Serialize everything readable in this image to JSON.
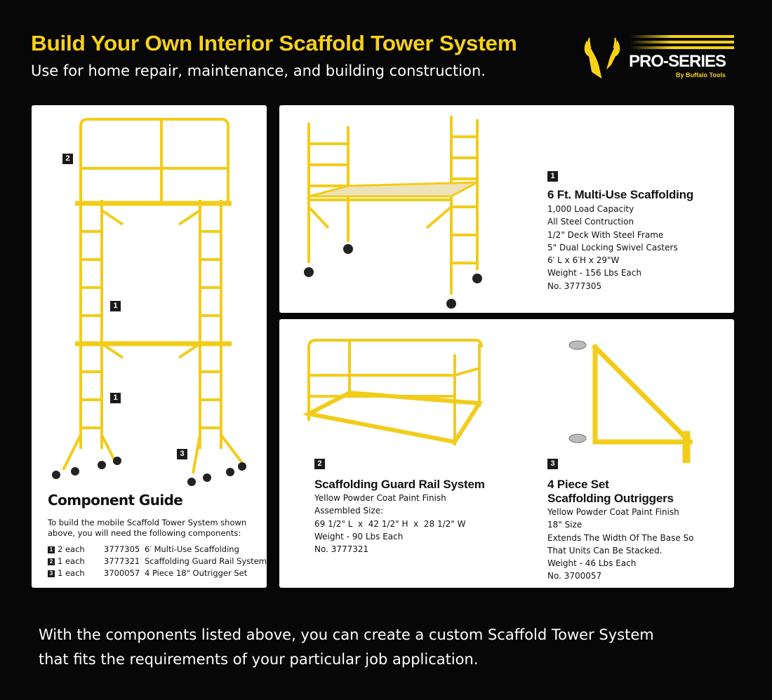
{
  "header": {
    "title": "Build Your Own Interior Scaffold Tower System",
    "subtitle": "Use for home repair, maintenance, and building construction."
  },
  "logo": {
    "brand": "PRO-SERIES",
    "byline": "By Buffalo Tools"
  },
  "tower": {
    "markers": [
      "2",
      "1",
      "1",
      "3"
    ]
  },
  "guide": {
    "title": "Component Guide",
    "intro": "To build the mobile Scaffold Tower System shown above, you will need the following components:",
    "rows": [
      {
        "n": "1",
        "qty": "2 each",
        "no": "3777305",
        "desc": "6′ Multi-Use Scaffolding"
      },
      {
        "n": "2",
        "qty": "1 each",
        "no": "3777321",
        "desc": "Scaffolding Guard Rail System"
      },
      {
        "n": "3",
        "qty": "1 each",
        "no": "3700057",
        "desc": "4 Piece 18\" Outrigger Set"
      }
    ]
  },
  "products": [
    {
      "n": "1",
      "title": [
        "6 Ft. Multi-Use Scaffolding"
      ],
      "specs": [
        "1,000 Load Capacity",
        "All Steel Contruction",
        "1/2\" Deck With Steel Frame",
        "5\" Dual Locking Swivel Casters",
        "6′ L x 6′H x 29\"W",
        "Weight - 156 Lbs Each",
        "No. 3777305"
      ]
    },
    {
      "n": "2",
      "title": [
        "Scaffolding Guard Rail System"
      ],
      "specs": [
        "Yellow Powder Coat Paint Finish",
        "Assembled Size:",
        "69 1/2\" L  x  42 1/2\" H  x  28 1/2\" W",
        "Weight - 90 Lbs Each",
        "No. 3777321"
      ]
    },
    {
      "n": "3",
      "title": [
        "4 Piece Set",
        "Scaffolding Outriggers"
      ],
      "specs": [
        "Yellow Powder Coat Paint Finish",
        "18\" Size",
        "Extends The Width Of The Base So",
        "That Units Can Be Stacked.",
        "Weight - 46 Lbs Each",
        "No. 3700057"
      ]
    }
  ],
  "footer": [
    "With the components listed above, you can create a custom Scaffold Tower System",
    "that fits the requirements of your particular job application."
  ],
  "colors": {
    "accent": "#f7d117",
    "background": "#070707"
  }
}
